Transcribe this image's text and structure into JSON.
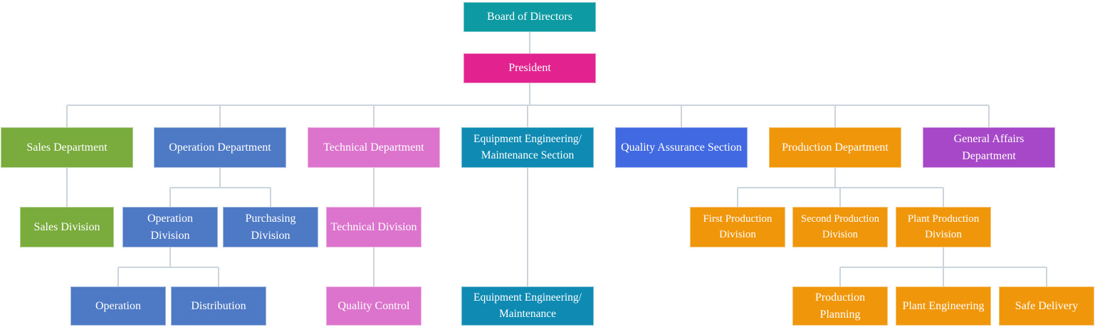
{
  "org_chart": {
    "type": "org-tree",
    "connector_color": "#ccd5de",
    "text_color": "#ffffff",
    "palette": {
      "teal": "#0d9aa3",
      "magenta": "#e2238f",
      "green": "#79ab3d",
      "blue": "#4d79c5",
      "orchid": "#dc74ce",
      "cyan_blue": "#0e8ab3",
      "royal_blue": "#4169e1",
      "orange": "#f0960b",
      "purple": "#a648c8"
    },
    "nodes": [
      {
        "id": "board",
        "label": "Board of Directors",
        "color": "teal",
        "parent": null
      },
      {
        "id": "president",
        "label": "President",
        "color": "magenta",
        "parent": "board"
      },
      {
        "id": "sales_dept",
        "label": "Sales Department",
        "color": "green",
        "parent": "president"
      },
      {
        "id": "operation_dept",
        "label": "Operation Department",
        "color": "blue",
        "parent": "president"
      },
      {
        "id": "technical_dept",
        "label": "Technical Department",
        "color": "orchid",
        "parent": "president"
      },
      {
        "id": "equipment_section",
        "label": "Equipment Engineering/ Maintenance Section",
        "color": "cyan_blue",
        "parent": "president"
      },
      {
        "id": "qa_section",
        "label": "Quality Assurance Section",
        "color": "royal_blue",
        "parent": "president"
      },
      {
        "id": "production_dept",
        "label": "Production Department",
        "color": "orange",
        "parent": "president"
      },
      {
        "id": "general_affairs_dept",
        "label": "General Affairs Department",
        "color": "purple",
        "parent": "president"
      },
      {
        "id": "sales_div",
        "label": "Sales Division",
        "color": "green",
        "parent": "sales_dept"
      },
      {
        "id": "operation_div",
        "label": "Operation Division",
        "color": "blue",
        "parent": "operation_dept"
      },
      {
        "id": "purchasing_div",
        "label": "Purchasing Division",
        "color": "blue",
        "parent": "operation_dept"
      },
      {
        "id": "technical_div",
        "label": "Technical Division",
        "color": "orchid",
        "parent": "technical_dept"
      },
      {
        "id": "first_prod_div",
        "label": "First Production Division",
        "color": "orange",
        "parent": "production_dept"
      },
      {
        "id": "second_prod_div",
        "label": "Second Production Division",
        "color": "orange",
        "parent": "production_dept"
      },
      {
        "id": "plant_prod_div",
        "label": "Plant Production Division",
        "color": "orange",
        "parent": "production_dept"
      },
      {
        "id": "operation",
        "label": "Operation",
        "color": "blue",
        "parent": "operation_div"
      },
      {
        "id": "distribution",
        "label": "Distribution",
        "color": "blue",
        "parent": "operation_div"
      },
      {
        "id": "quality_control",
        "label": "Quality Control",
        "color": "orchid",
        "parent": "technical_div"
      },
      {
        "id": "equipment_maint",
        "label": "Equipment Engineering/ Maintenance",
        "color": "cyan_blue",
        "parent": "equipment_section"
      },
      {
        "id": "prod_planning",
        "label": "Production Planning",
        "color": "orange",
        "parent": "plant_prod_div"
      },
      {
        "id": "plant_eng",
        "label": "Plant Engineering",
        "color": "orange",
        "parent": "plant_prod_div"
      },
      {
        "id": "safe_delivery",
        "label": "Safe Delivery",
        "color": "orange",
        "parent": "plant_prod_div"
      }
    ]
  }
}
